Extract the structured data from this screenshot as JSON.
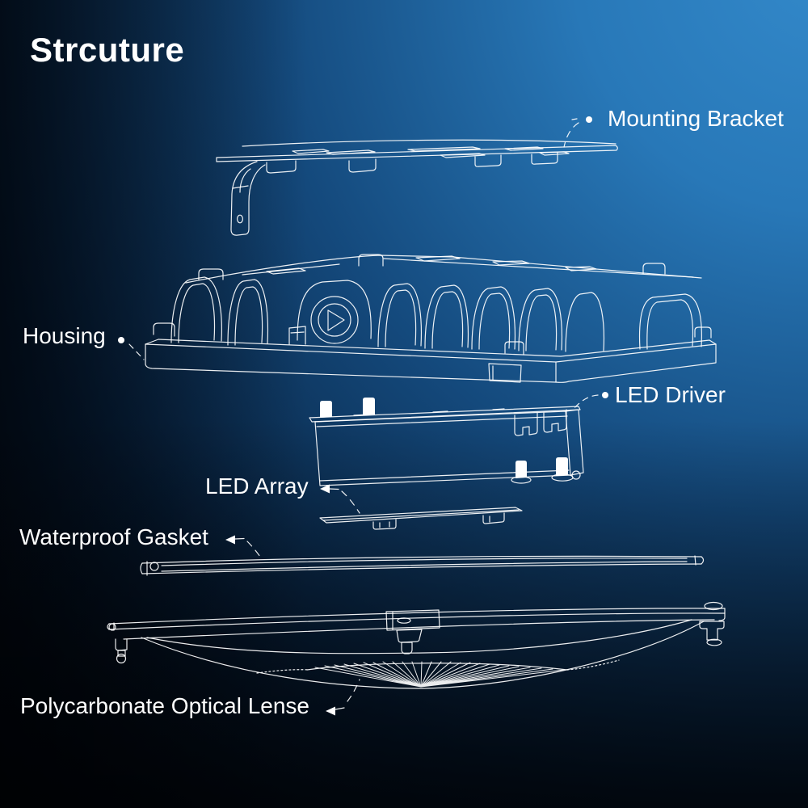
{
  "page": {
    "title": "Strcuture"
  },
  "colors": {
    "background_bright_blue": "#3389ca",
    "background_mid_blue": "#14497c",
    "background_near_black": "#010409",
    "line": "#ffffff",
    "text": "#ffffff"
  },
  "labels": [
    {
      "id": "mounting-bracket",
      "text": "Mounting Bracket"
    },
    {
      "id": "housing",
      "text": "Housing"
    },
    {
      "id": "led-driver",
      "text": "LED Driver"
    },
    {
      "id": "led-array",
      "text": "LED Array"
    },
    {
      "id": "waterproof-gasket",
      "text": "Waterproof Gasket"
    },
    {
      "id": "polycarbonate-optical-lense",
      "text": "Polycarbonate Optical Lense"
    }
  ]
}
